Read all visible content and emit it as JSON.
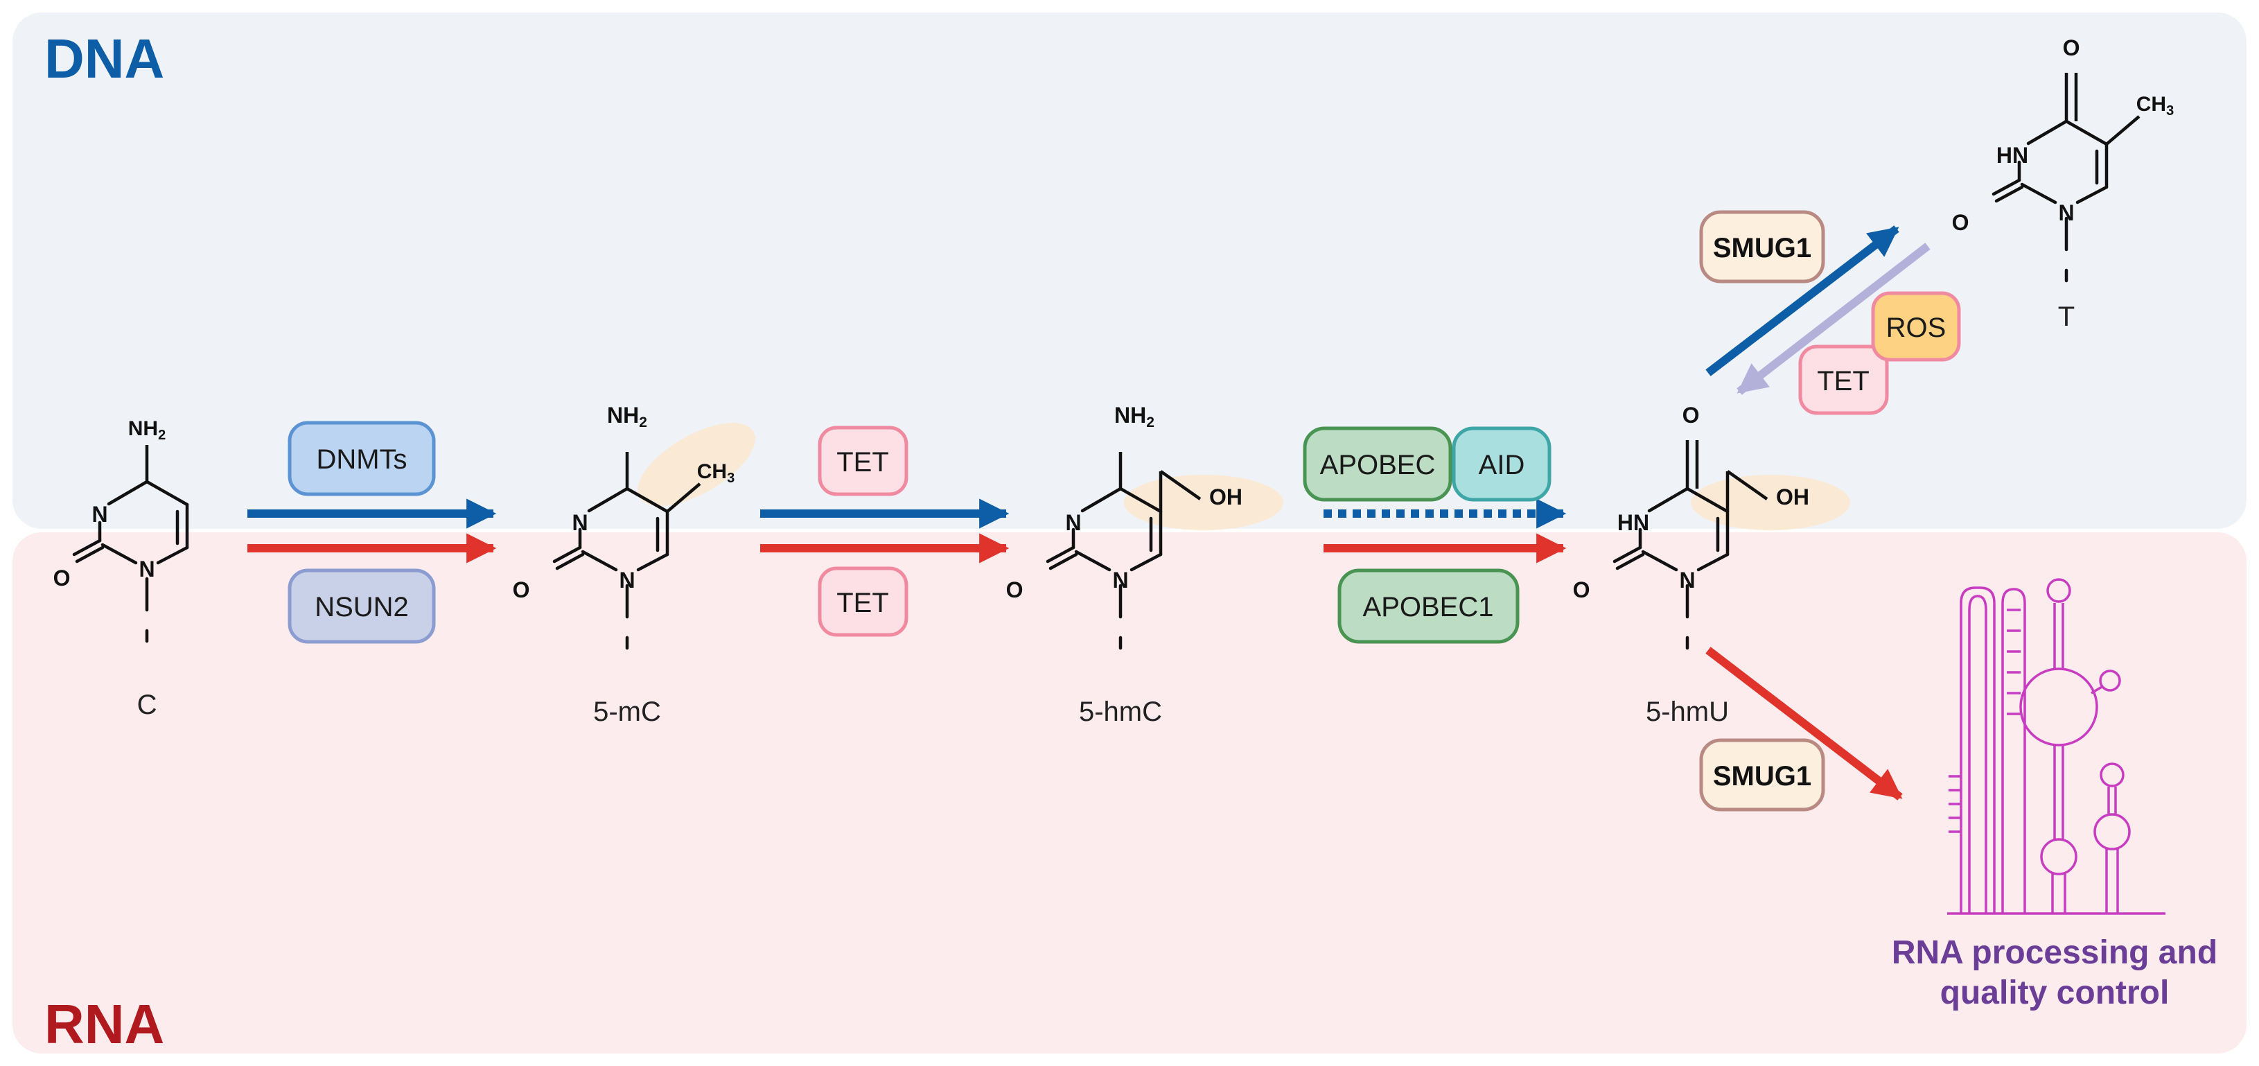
{
  "regions": {
    "dna_label": "DNA",
    "rna_label": "RNA",
    "dna_color": "#0d5ea6",
    "rna_color": "#b0191e",
    "dna_bg": "#eff3f8",
    "rna_bg": "#fdecee"
  },
  "molecules": {
    "c": "C",
    "mc": "5-mC",
    "hmc": "5-hmC",
    "hmu": "5-hmU",
    "t": "T"
  },
  "atoms": {
    "nh2": "NH",
    "nh2_sub": "2",
    "n": "N",
    "o": "O",
    "ch3": "CH",
    "ch3_sub": "3",
    "oh": "OH",
    "hn": "HN"
  },
  "enzymes": {
    "dnmts": "DNMTs",
    "nsun2": "NSUN2",
    "tet_dna": "TET",
    "tet_rna": "TET",
    "apobec": "APOBEC",
    "aid": "AID",
    "apobec1": "APOBEC1",
    "smug1_dna": "SMUG1",
    "smug1_rna": "SMUG1",
    "ros": "ROS",
    "tet_back": "TET"
  },
  "rna_caption": {
    "line1": "RNA processing and",
    "line2": "quality control",
    "color": "#6a3d96"
  },
  "colors": {
    "dna_arrow": "#0d5ea6",
    "rna_arrow": "#e0332b",
    "reverse_arrow": "#b3b0da",
    "rna_structure": "#c83cc0"
  }
}
